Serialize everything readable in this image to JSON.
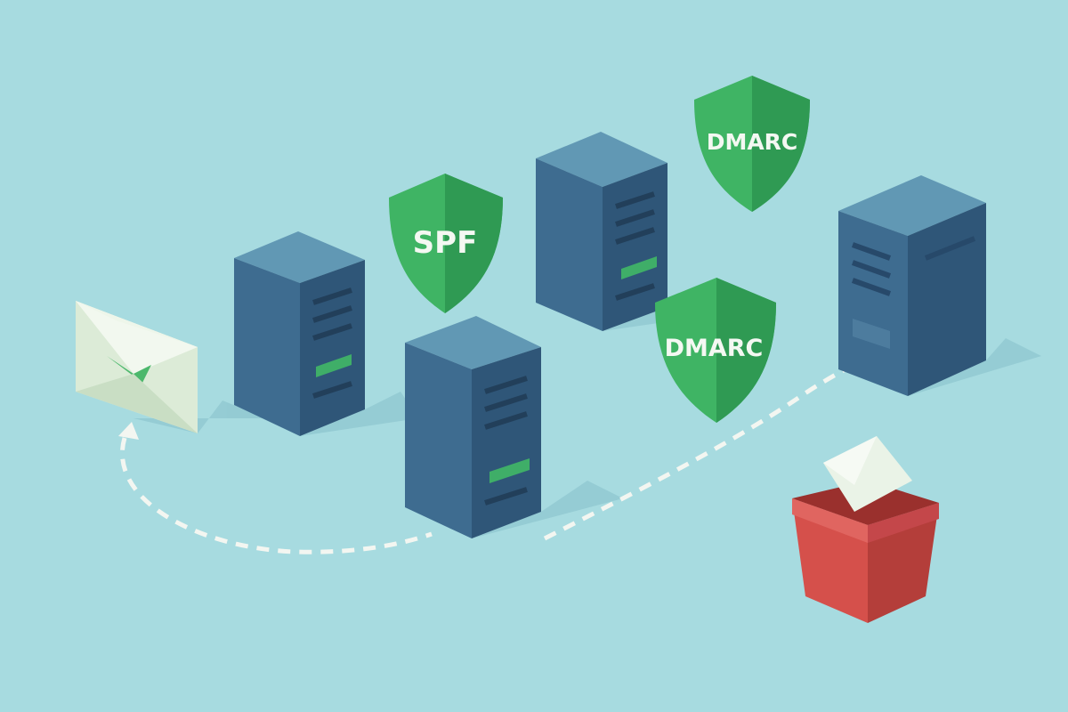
{
  "illustration": {
    "shields": [
      {
        "label": "SPF"
      },
      {
        "label": "DMARC"
      },
      {
        "label": "DMARC"
      }
    ]
  },
  "colors": {
    "background": "#a7dbe0",
    "server_front": "#3e6c90",
    "server_side": "#2f5678",
    "server_top": "#6198b4",
    "shield_green": "#3fb464",
    "status_green": "#3fae68",
    "bin_red": "#d5504b",
    "envelope": "#e6f1e3",
    "dash": "#f3f6f1"
  }
}
